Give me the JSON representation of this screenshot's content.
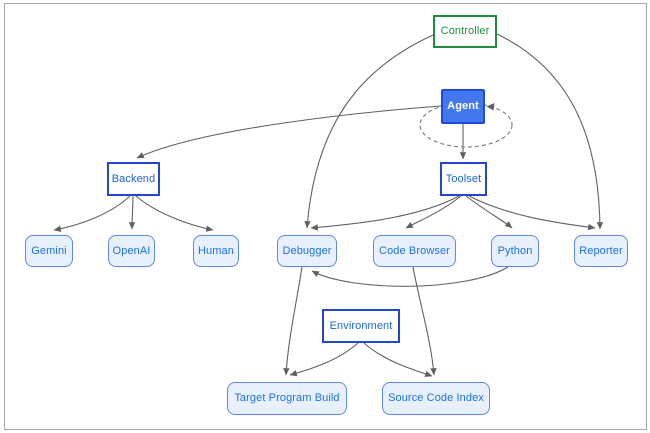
{
  "diagram": {
    "description": "Agent architecture flowchart",
    "nodes": {
      "controller": {
        "label": "Controller",
        "style": "outline-green"
      },
      "agent": {
        "label": "Agent",
        "style": "solid-blue"
      },
      "backend": {
        "label": "Backend",
        "style": "outline-blue"
      },
      "toolset": {
        "label": "Toolset",
        "style": "outline-blue"
      },
      "gemini": {
        "label": "Gemini",
        "style": "tool"
      },
      "openai": {
        "label": "OpenAI",
        "style": "tool"
      },
      "human": {
        "label": "Human",
        "style": "tool"
      },
      "debugger": {
        "label": "Debugger",
        "style": "tool"
      },
      "code_browser": {
        "label": "Code Browser",
        "style": "tool"
      },
      "python": {
        "label": "Python",
        "style": "tool"
      },
      "reporter": {
        "label": "Reporter",
        "style": "tool"
      },
      "environment": {
        "label": "Environment",
        "style": "outline-blue"
      },
      "target_program_build": {
        "label": "Target Program Build",
        "style": "tool"
      },
      "source_code_index": {
        "label": "Source Code Index",
        "style": "tool"
      }
    },
    "edges": [
      {
        "from": "Controller",
        "to": "Debugger",
        "style": "solid"
      },
      {
        "from": "Controller",
        "to": "Reporter",
        "style": "solid"
      },
      {
        "from": "Agent",
        "to": "Agent",
        "style": "dashed-self-loop"
      },
      {
        "from": "Agent",
        "to": "Backend",
        "style": "solid"
      },
      {
        "from": "Agent",
        "to": "Toolset",
        "style": "solid"
      },
      {
        "from": "Backend",
        "to": "Gemini",
        "style": "solid"
      },
      {
        "from": "Backend",
        "to": "OpenAI",
        "style": "solid"
      },
      {
        "from": "Backend",
        "to": "Human",
        "style": "solid"
      },
      {
        "from": "Toolset",
        "to": "Debugger",
        "style": "solid"
      },
      {
        "from": "Toolset",
        "to": "Code Browser",
        "style": "solid"
      },
      {
        "from": "Toolset",
        "to": "Python",
        "style": "solid"
      },
      {
        "from": "Toolset",
        "to": "Reporter",
        "style": "solid"
      },
      {
        "from": "Python",
        "to": "Debugger",
        "style": "solid"
      },
      {
        "from": "Debugger",
        "to": "Target Program Build",
        "style": "solid"
      },
      {
        "from": "Code Browser",
        "to": "Source Code Index",
        "style": "solid"
      },
      {
        "from": "Environment",
        "to": "Target Program Build",
        "style": "solid"
      },
      {
        "from": "Environment",
        "to": "Source Code Index",
        "style": "solid"
      }
    ],
    "colors": {
      "controller_green": "#1e8e3e",
      "agent_fill_blue": "#4377ee",
      "strong_border_blue": "#2247cd",
      "label_blue": "#1a73e8",
      "tool_fill": "#e8f0fe",
      "tool_border": "#5c88e8",
      "edge_gray": "#5d6166",
      "frame_gray": "#a7a9ac"
    }
  }
}
